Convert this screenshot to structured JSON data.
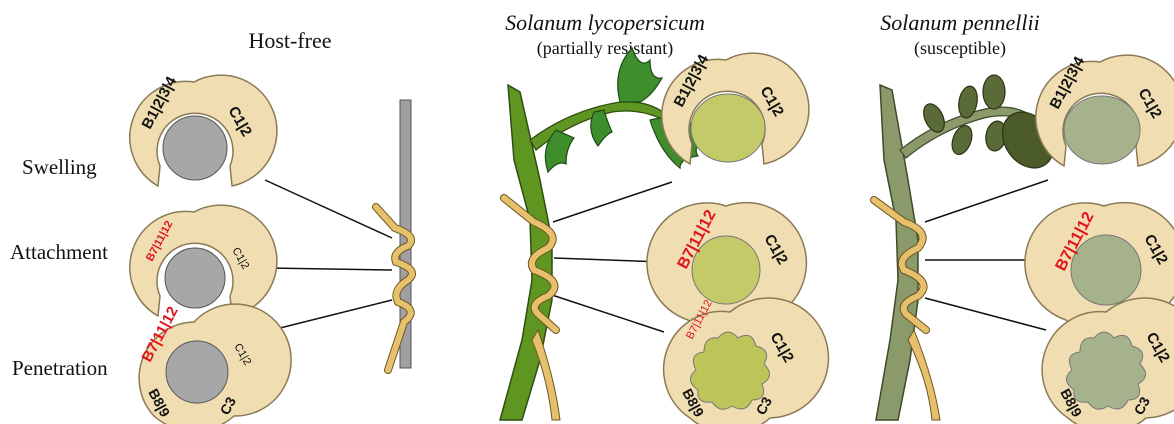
{
  "columns": [
    {
      "title": "Host-free",
      "subtitle": ""
    },
    {
      "title": "Solanum lycopersicum",
      "subtitle": "(partially resistant)"
    },
    {
      "title": "Solanum pennellii",
      "subtitle": "(susceptible)"
    }
  ],
  "rows": [
    "Swelling",
    "Attachment",
    "Penetration"
  ],
  "cluster_labels": {
    "b1_4": "B1|2|3|4",
    "c1_2": "C1|2",
    "b7_12": "B7|11|12",
    "c3": "C3",
    "b8_9": "B8|9"
  },
  "colors": {
    "haustorium": "#f0deb2",
    "haustorium_stroke": "#8a7a55",
    "host_free_core": "#a7a7a7",
    "lycopersicum_core": "#c5ca69",
    "lycopersicum_core_penetration": "#bcc45a",
    "pennellii_core": "#a6b28c",
    "lycopersicum_stem": "#5f9622",
    "lycopersicum_leaf": "#3f8e2e",
    "pennellii_stem": "#8a9a6a",
    "pennellii_leaf": "#5a6b38",
    "dodder": "#e7c06c",
    "highlight_text": "#e0141a"
  }
}
